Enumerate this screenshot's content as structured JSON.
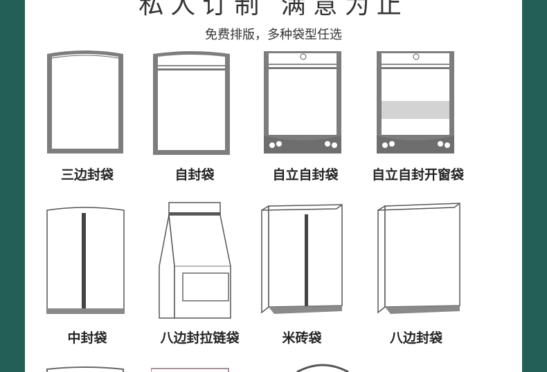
{
  "header": {
    "title": "私人订制    满意为止",
    "subtitle": "免费排版，多种袋型任选"
  },
  "bag_types": [
    {
      "label": "三边封袋",
      "icon": "three-side-seal-bag-icon"
    },
    {
      "label": "自封袋",
      "icon": "zipper-bag-icon"
    },
    {
      "label": "自立自封袋",
      "icon": "stand-up-zipper-bag-icon"
    },
    {
      "label": "自立自封开窗袋",
      "icon": "stand-up-window-bag-icon"
    },
    {
      "label": "中封袋",
      "icon": "center-seal-bag-icon"
    },
    {
      "label": "八边封拉链袋",
      "icon": "eight-side-zipper-bag-icon"
    },
    {
      "label": "米砖袋",
      "icon": "rice-brick-bag-icon"
    },
    {
      "label": "八边封袋",
      "icon": "eight-side-seal-bag-icon"
    }
  ]
}
